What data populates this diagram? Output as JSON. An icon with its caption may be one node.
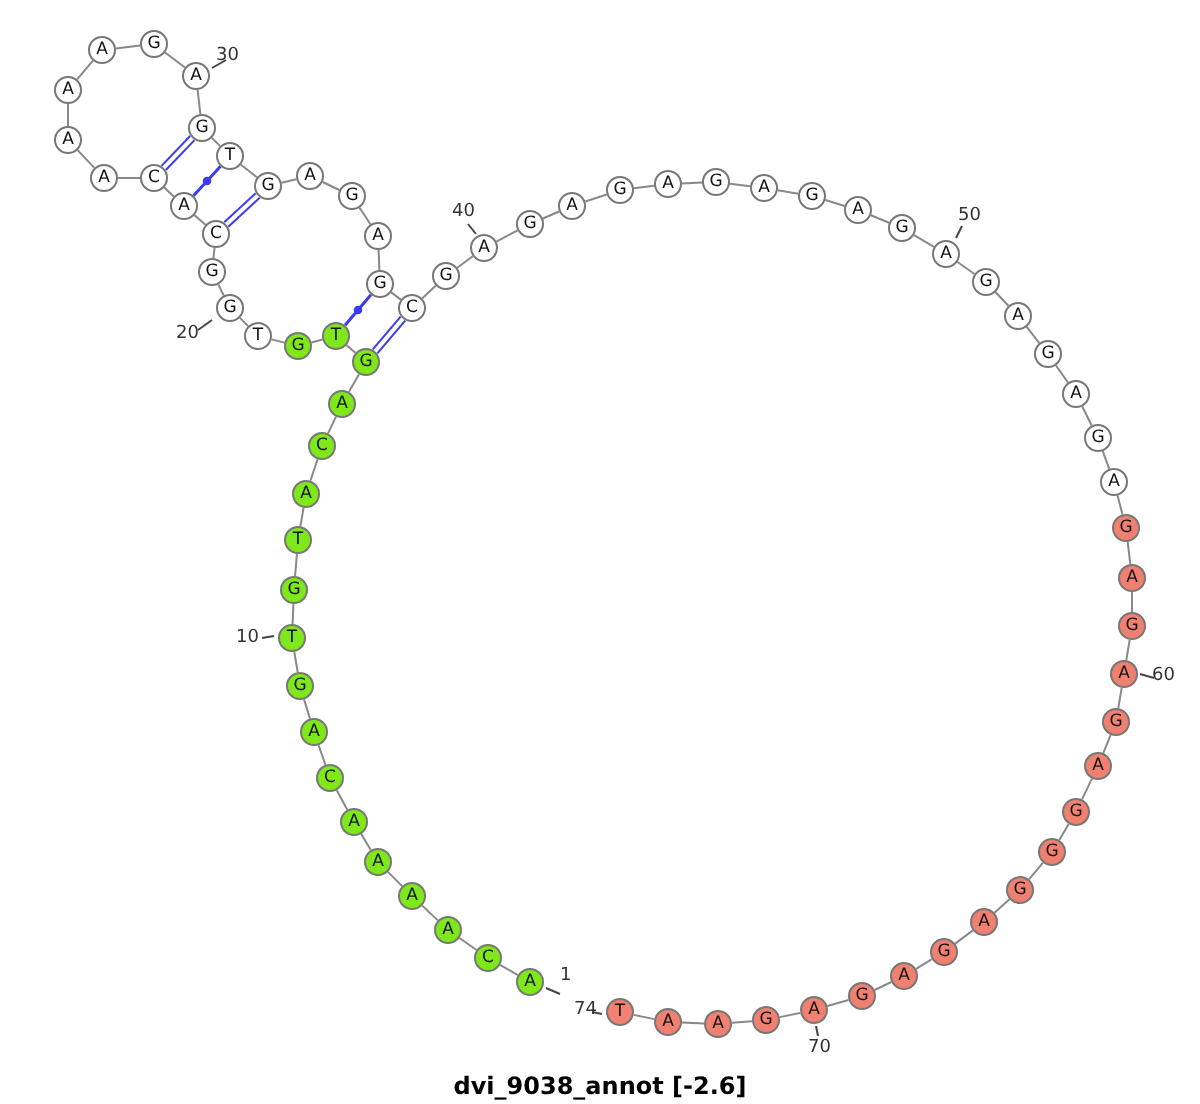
{
  "diagram": {
    "caption": "dvi_9038_annot [-2.6]",
    "nodes": [
      {
        "text": [
          "A"
        ],
        "beside": [
          "1"
        ]
      },
      {
        "text": [
          "C"
        ]
      },
      {
        "text": [
          "A"
        ]
      },
      {
        "text": [
          "A"
        ]
      },
      {
        "text": [
          "A"
        ]
      },
      {
        "text": [
          "A"
        ]
      },
      {
        "text": [
          "C"
        ]
      },
      {
        "text": [
          "A"
        ]
      },
      {
        "text": [
          "G"
        ]
      },
      {
        "text": [
          "T"
        ],
        "beside": [
          "10"
        ]
      },
      {
        "text": [
          "G"
        ]
      },
      {
        "text": [
          "T"
        ]
      },
      {
        "text": [
          "A"
        ]
      },
      {
        "text": [
          "C"
        ]
      },
      {
        "text": [
          "A"
        ]
      },
      {
        "text": [
          "G"
        ]
      },
      {
        "text": [
          "T"
        ]
      },
      {
        "text": [
          "G"
        ]
      },
      {
        "text": [
          "T"
        ]
      },
      {
        "text": [
          "G"
        ],
        "beside": [
          "20"
        ]
      },
      {
        "text": [
          "G"
        ]
      },
      {
        "text": [
          "C"
        ]
      },
      {
        "text": [
          "A"
        ]
      },
      {
        "text": [
          "C"
        ]
      },
      {
        "text": [
          "A"
        ]
      },
      {
        "text": [
          "A"
        ]
      },
      {
        "text": [
          "A"
        ]
      },
      {
        "text": [
          "A"
        ]
      },
      {
        "text": [
          "G"
        ]
      },
      {
        "text": [
          "A"
        ],
        "beside": [
          "30"
        ]
      },
      {
        "text": [
          "G"
        ]
      },
      {
        "text": [
          "T"
        ]
      },
      {
        "text": [
          "G"
        ]
      },
      {
        "text": [
          "A"
        ]
      },
      {
        "text": [
          "G"
        ]
      },
      {
        "text": [
          "A"
        ]
      },
      {
        "text": [
          "G"
        ]
      },
      {
        "text": [
          "C"
        ]
      },
      {
        "text": [
          "G"
        ]
      },
      {
        "text": [
          "A"
        ],
        "beside": [
          "40"
        ]
      },
      {
        "text": [
          "G"
        ]
      },
      {
        "text": [
          "A"
        ]
      },
      {
        "text": [
          "G"
        ]
      },
      {
        "text": [
          "A"
        ]
      },
      {
        "text": [
          "G"
        ]
      },
      {
        "text": [
          "A"
        ]
      },
      {
        "text": [
          "G"
        ]
      },
      {
        "text": [
          "A"
        ]
      },
      {
        "text": [
          "G"
        ]
      },
      {
        "text": [
          "A"
        ],
        "beside": [
          "50"
        ]
      },
      {
        "text": [
          "G"
        ]
      },
      {
        "text": [
          "A"
        ]
      },
      {
        "text": [
          "G"
        ]
      },
      {
        "text": [
          "A"
        ]
      },
      {
        "text": [
          "G"
        ]
      },
      {
        "text": [
          "A"
        ]
      },
      {
        "text": [
          "G"
        ]
      },
      {
        "text": [
          "A"
        ]
      },
      {
        "text": [
          "G"
        ]
      },
      {
        "text": [
          "A"
        ],
        "beside": [
          "60"
        ]
      },
      {
        "text": [
          "G"
        ]
      },
      {
        "text": [
          "A"
        ]
      },
      {
        "text": [
          "G"
        ]
      },
      {
        "text": [
          "G"
        ]
      },
      {
        "text": [
          "G"
        ]
      },
      {
        "text": [
          "A"
        ]
      },
      {
        "text": [
          "G"
        ]
      },
      {
        "text": [
          "A"
        ]
      },
      {
        "text": [
          "G"
        ]
      },
      {
        "text": [
          "A"
        ],
        "beside": [
          "70"
        ]
      },
      {
        "text": [
          "G"
        ]
      },
      {
        "text": [
          "A"
        ]
      },
      {
        "text": [
          "A"
        ]
      },
      {
        "text": [
          "T"
        ],
        "beside": [
          "74"
        ]
      }
    ],
    "edges": [
      {
        "from": 0,
        "to": 1,
        "arrow": "none"
      },
      {
        "from": 1,
        "to": 2,
        "arrow": "none"
      },
      {
        "from": 2,
        "to": 3,
        "arrow": "none"
      },
      {
        "from": 3,
        "to": 4,
        "arrow": "none"
      },
      {
        "from": 4,
        "to": 5,
        "arrow": "none"
      },
      {
        "from": 5,
        "to": 6,
        "arrow": "none"
      },
      {
        "from": 6,
        "to": 7,
        "arrow": "none"
      },
      {
        "from": 7,
        "to": 8,
        "arrow": "none"
      },
      {
        "from": 8,
        "to": 9,
        "arrow": "none"
      },
      {
        "from": 9,
        "to": 10,
        "arrow": "none"
      },
      {
        "from": 10,
        "to": 11,
        "arrow": "none"
      },
      {
        "from": 11,
        "to": 12,
        "arrow": "none"
      },
      {
        "from": 12,
        "to": 13,
        "arrow": "none"
      },
      {
        "from": 13,
        "to": 14,
        "arrow": "none"
      },
      {
        "from": 14,
        "to": 15,
        "arrow": "none"
      },
      {
        "from": 15,
        "to": 16,
        "arrow": "none"
      },
      {
        "from": 16,
        "to": 17,
        "arrow": "none"
      },
      {
        "from": 17,
        "to": 18,
        "arrow": "none"
      },
      {
        "from": 18,
        "to": 19,
        "arrow": "none"
      },
      {
        "from": 19,
        "to": 20,
        "arrow": "none"
      },
      {
        "from": 20,
        "to": 21,
        "arrow": "none"
      },
      {
        "from": 21,
        "to": 22,
        "arrow": "none"
      },
      {
        "from": 22,
        "to": 23,
        "arrow": "none"
      },
      {
        "from": 23,
        "to": 24,
        "arrow": "none"
      },
      {
        "from": 24,
        "to": 25,
        "arrow": "none"
      },
      {
        "from": 25,
        "to": 26,
        "arrow": "none"
      },
      {
        "from": 26,
        "to": 27,
        "arrow": "none"
      },
      {
        "from": 27,
        "to": 28,
        "arrow": "none"
      },
      {
        "from": 28,
        "to": 29,
        "arrow": "none"
      },
      {
        "from": 29,
        "to": 30,
        "arrow": "none"
      },
      {
        "from": 30,
        "to": 31,
        "arrow": "none"
      },
      {
        "from": 31,
        "to": 32,
        "arrow": "none"
      },
      {
        "from": 32,
        "to": 33,
        "arrow": "none"
      },
      {
        "from": 33,
        "to": 34,
        "arrow": "none"
      },
      {
        "from": 34,
        "to": 35,
        "arrow": "none"
      },
      {
        "from": 35,
        "to": 36,
        "arrow": "none"
      },
      {
        "from": 36,
        "to": 37,
        "arrow": "none"
      },
      {
        "from": 37,
        "to": 38,
        "arrow": "none"
      },
      {
        "from": 38,
        "to": 39,
        "arrow": "none"
      },
      {
        "from": 39,
        "to": 40,
        "arrow": "none"
      },
      {
        "from": 40,
        "to": 41,
        "arrow": "none"
      },
      {
        "from": 41,
        "to": 42,
        "arrow": "none"
      },
      {
        "from": 42,
        "to": 43,
        "arrow": "none"
      },
      {
        "from": 43,
        "to": 44,
        "arrow": "none"
      },
      {
        "from": 44,
        "to": 45,
        "arrow": "none"
      },
      {
        "from": 45,
        "to": 46,
        "arrow": "none"
      },
      {
        "from": 46,
        "to": 47,
        "arrow": "none"
      },
      {
        "from": 47,
        "to": 48,
        "arrow": "none"
      },
      {
        "from": 48,
        "to": 49,
        "arrow": "none"
      },
      {
        "from": 49,
        "to": 50,
        "arrow": "none"
      },
      {
        "from": 50,
        "to": 51,
        "arrow": "none"
      },
      {
        "from": 51,
        "to": 52,
        "arrow": "none"
      },
      {
        "from": 52,
        "to": 53,
        "arrow": "none"
      },
      {
        "from": 53,
        "to": 54,
        "arrow": "none"
      },
      {
        "from": 54,
        "to": 55,
        "arrow": "none"
      },
      {
        "from": 55,
        "to": 56,
        "arrow": "none"
      },
      {
        "from": 56,
        "to": 57,
        "arrow": "none"
      },
      {
        "from": 57,
        "to": 58,
        "arrow": "none"
      },
      {
        "from": 58,
        "to": 59,
        "arrow": "none"
      },
      {
        "from": 59,
        "to": 60,
        "arrow": "none"
      },
      {
        "from": 60,
        "to": 61,
        "arrow": "none"
      },
      {
        "from": 61,
        "to": 62,
        "arrow": "none"
      },
      {
        "from": 62,
        "to": 63,
        "arrow": "none"
      },
      {
        "from": 63,
        "to": 64,
        "arrow": "none"
      },
      {
        "from": 64,
        "to": 65,
        "arrow": "none"
      },
      {
        "from": 65,
        "to": 66,
        "arrow": "none"
      },
      {
        "from": 66,
        "to": 67,
        "arrow": "none"
      },
      {
        "from": 67,
        "to": 68,
        "arrow": "none"
      },
      {
        "from": 68,
        "to": 69,
        "arrow": "none"
      },
      {
        "from": 69,
        "to": 70,
        "arrow": "none"
      },
      {
        "from": 70,
        "to": 71,
        "arrow": "none"
      },
      {
        "from": 71,
        "to": 72,
        "arrow": "none"
      },
      {
        "from": 72,
        "to": 73,
        "arrow": "none"
      },
      {
        "from": 15,
        "to": 37,
        "arrow": "none",
        "color": "#3b3bf0"
      },
      {
        "from": 16,
        "to": 36,
        "arrow": "none",
        "color": "#3b3bf0"
      },
      {
        "from": 21,
        "to": 32,
        "arrow": "none",
        "color": "#3b3bf0"
      },
      {
        "from": 22,
        "to": 31,
        "arrow": "none",
        "color": "#3b3bf0"
      },
      {
        "from": 23,
        "to": 30,
        "arrow": "none",
        "color": "#3b3bf0"
      }
    ]
  }
}
